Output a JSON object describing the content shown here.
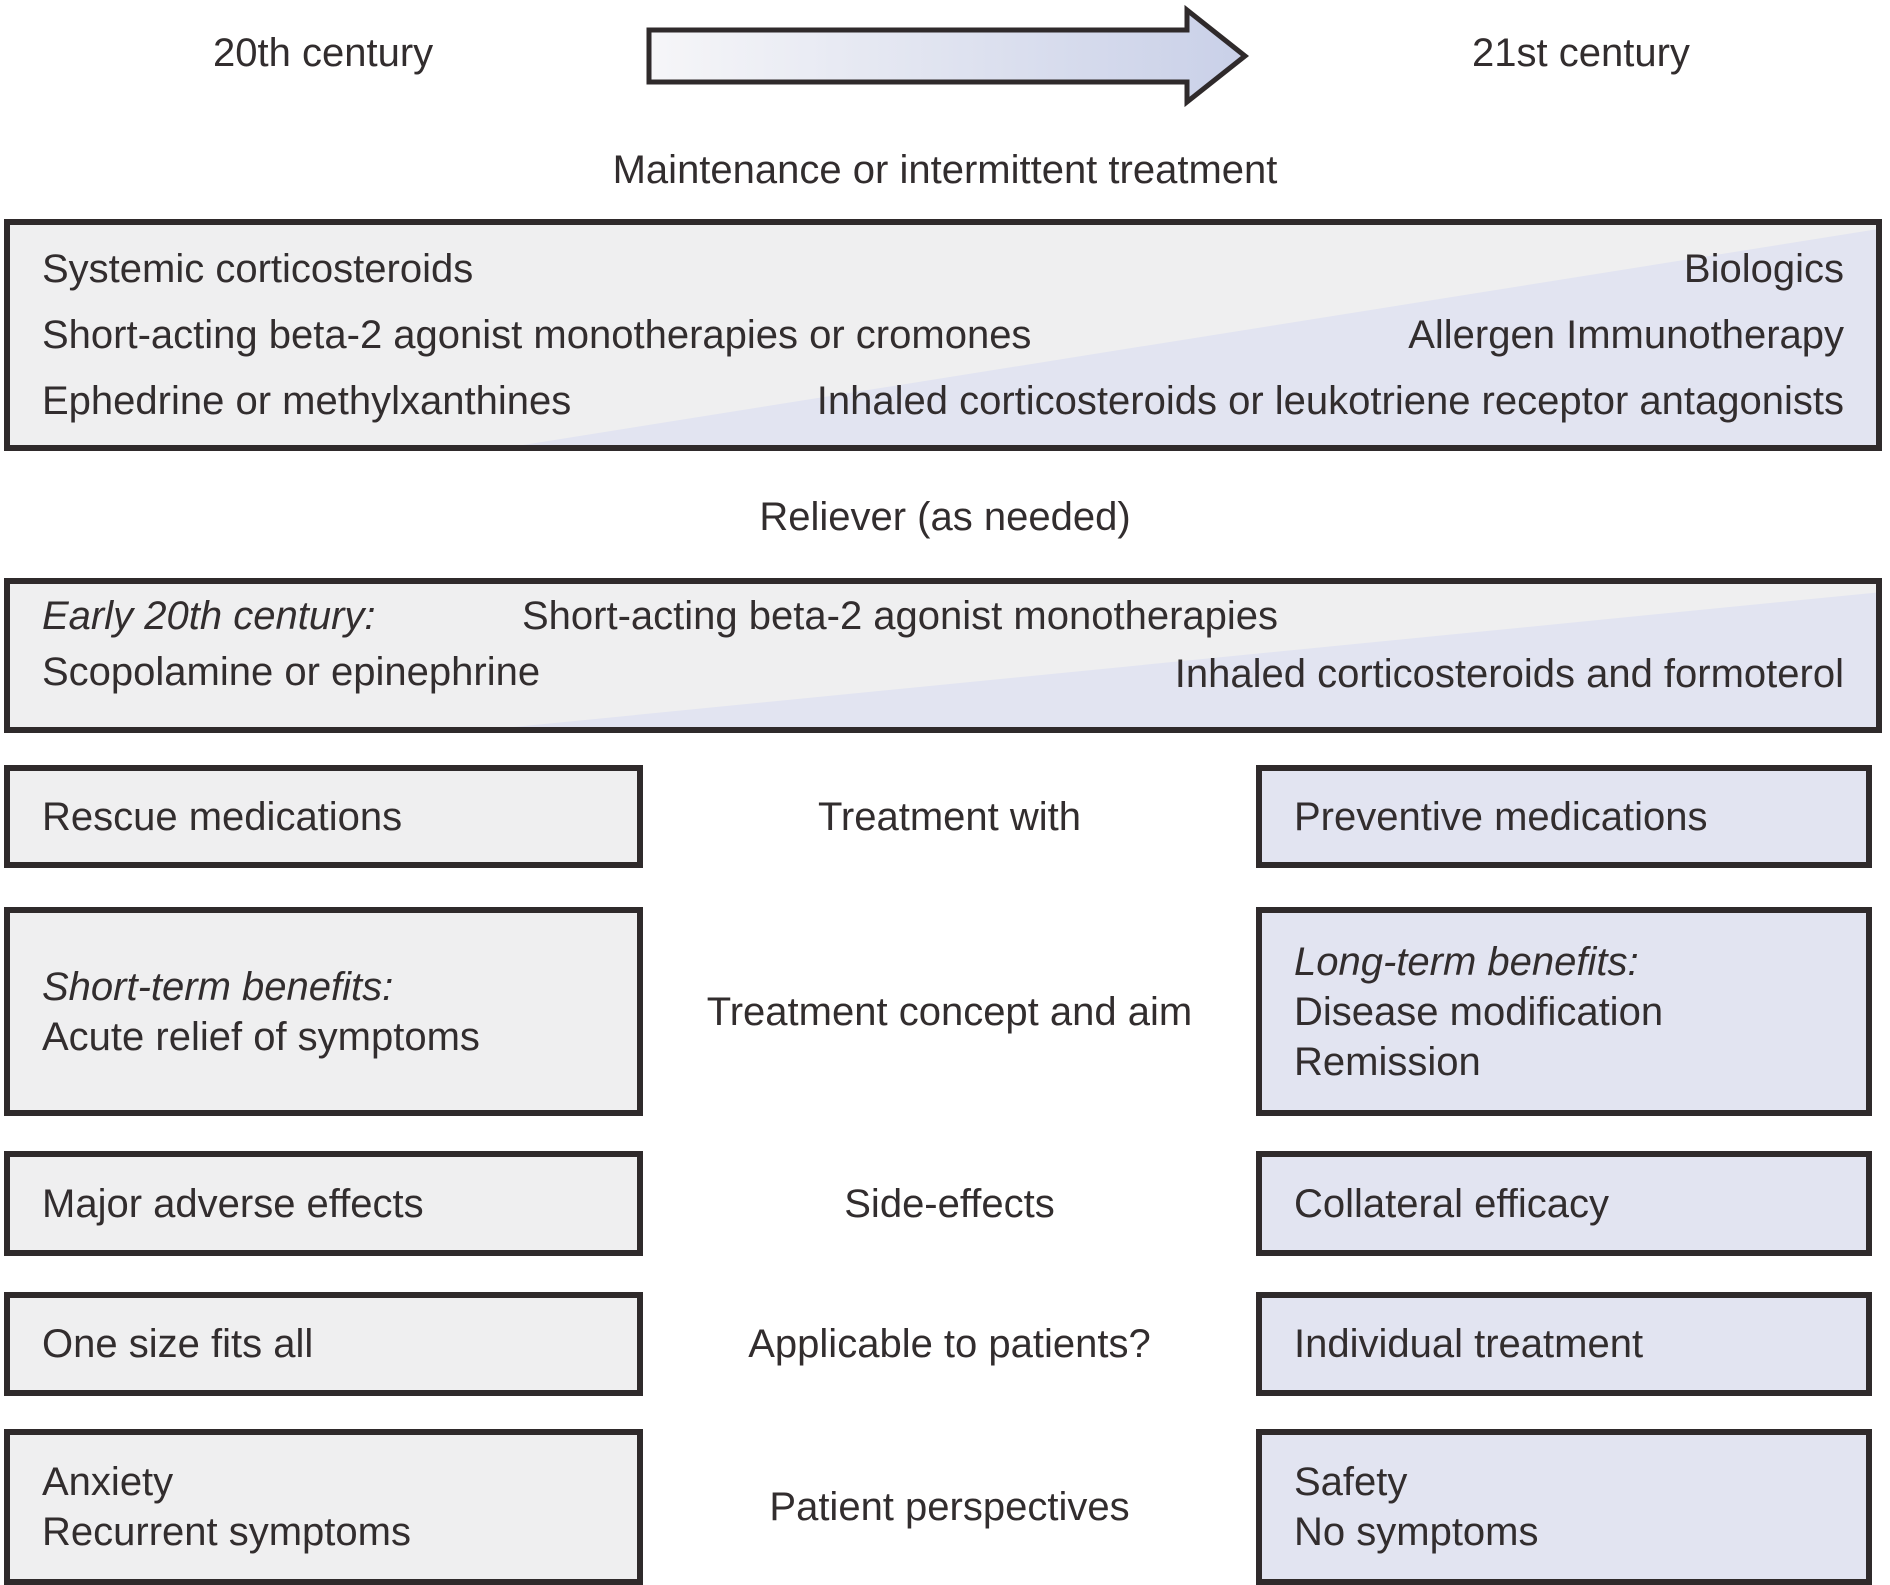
{
  "timeline": {
    "left_era": "20th century",
    "right_era": "21st century",
    "arrow_icon": "right-arrow-icon"
  },
  "maintenance": {
    "heading": "Maintenance or intermittent treatment",
    "rows": [
      {
        "left": "Systemic corticosteroids",
        "right": "Biologics"
      },
      {
        "left": "Short-acting beta-2 agonist monotherapies or cromones",
        "right": "Allergen Immunotherapy"
      },
      {
        "left": "Ephedrine or methylxanthines",
        "right": "Inhaled corticosteroids or leukotriene receptor antagonists"
      }
    ]
  },
  "reliever": {
    "heading": "Reliever (as needed)",
    "early_era_label": "Early 20th century:",
    "early_era_drugs": "Scopolamine or epinephrine",
    "mid_era_drugs": "Short-acting beta-2 agonist monotherapies",
    "modern_drugs": "Inhaled corticosteroids and formoterol"
  },
  "comparison_rows": [
    {
      "left_lines": [
        "Rescue medications"
      ],
      "center_label": "Treatment with",
      "right_lines": [
        "Preventive medications"
      ]
    },
    {
      "left_lines": [
        "Short-term benefits:",
        "Acute relief of symptoms"
      ],
      "center_label": "Treatment concept and aim",
      "right_lines": [
        "Long-term benefits:",
        "Disease modification",
        "Remission"
      ]
    },
    {
      "left_lines": [
        "Major adverse effects"
      ],
      "center_label": "Side-effects",
      "right_lines": [
        "Collateral efficacy"
      ]
    },
    {
      "left_lines": [
        "One size fits all"
      ],
      "center_label": "Applicable to patients?",
      "right_lines": [
        "Individual treatment"
      ]
    },
    {
      "left_lines": [
        "Anxiety",
        "Recurrent symptoms"
      ],
      "center_label": "Patient perspectives",
      "right_lines": [
        "Safety",
        "No symptoms"
      ]
    }
  ],
  "colors": {
    "past_fill": "#efeff0",
    "future_fill": "#e2e4f1",
    "outline": "#2f2a2b",
    "text": "#322d2e",
    "arrow_gradient_start": "#f6f6f8",
    "arrow_gradient_end": "#c9d0e8"
  }
}
